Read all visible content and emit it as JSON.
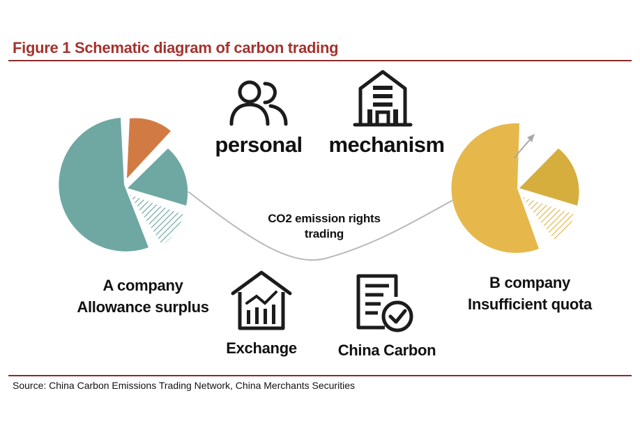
{
  "title": "Figure 1 Schematic diagram of carbon trading",
  "source": "Source: China Carbon Emissions Trading Network, China Merchants Securities",
  "nodes": {
    "personal": {
      "label": "personal",
      "icon": "people-icon"
    },
    "mechanism": {
      "label": "mechanism",
      "icon": "building-icon"
    },
    "exchange": {
      "label": "Exchange",
      "icon": "exchange-house-chart-icon"
    },
    "china_carbon": {
      "label": "China Carbon",
      "icon": "document-check-icon"
    },
    "company_a": {
      "line1": "A company",
      "line2": "Allowance surplus"
    },
    "company_b": {
      "line1": "B company",
      "line2": "Insufficient quota"
    },
    "trade": {
      "line1": "CO2 emission rights",
      "line2": "trading"
    }
  },
  "colors": {
    "title": "#a5322e",
    "rule": "#8a2b28",
    "teal": "#6fa8a3",
    "orange": "#d27a44",
    "gold": "#e6b84c",
    "gold_dark": "#d5ae3e",
    "connector": "#b8b8b8",
    "icon": "#1c1c1c"
  }
}
